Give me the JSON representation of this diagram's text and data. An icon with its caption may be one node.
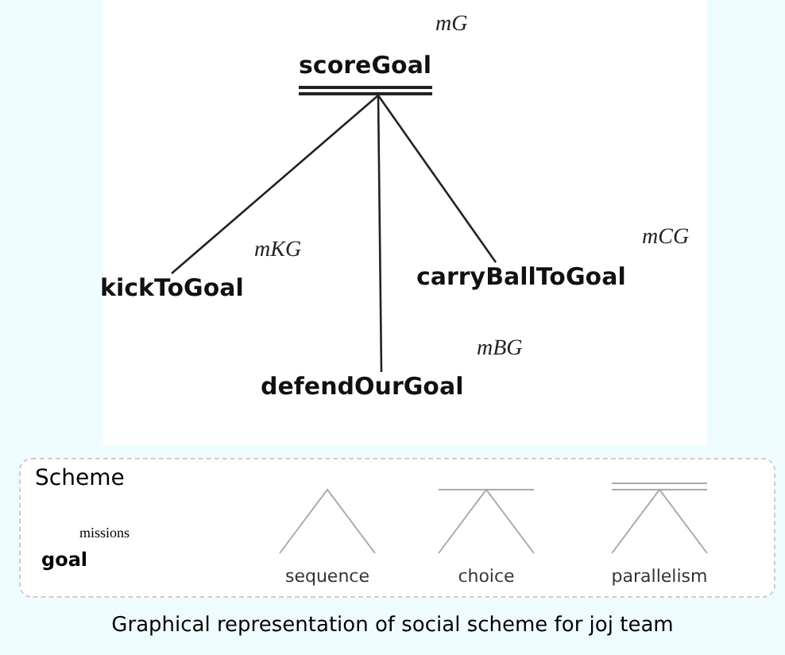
{
  "diagram": {
    "caption": "Graphical representation of social scheme for joj team",
    "nodes": [
      {
        "text": [
          "scoreGoal"
        ],
        "beside": [
          "mG"
        ]
      },
      {
        "text": [
          "kickToGoal"
        ],
        "beside": [
          "mKG"
        ]
      },
      {
        "text": [
          "carryBallToGoal"
        ],
        "beside": [
          "mCG"
        ]
      },
      {
        "text": [
          "defendOurGoal"
        ],
        "beside": [
          "mBG"
        ]
      }
    ],
    "edges": [
      {
        "from": 0,
        "to": 1,
        "arrow": "none"
      },
      {
        "from": 0,
        "to": 2,
        "arrow": "none"
      },
      {
        "from": 0,
        "to": 3,
        "arrow": "none"
      }
    ],
    "labels": [
      "Scheme",
      "missions",
      "goal"
    ],
    "legend": [
      {
        "text": "sequence"
      },
      {
        "text": "choice"
      },
      {
        "text": "parallelism"
      }
    ]
  }
}
